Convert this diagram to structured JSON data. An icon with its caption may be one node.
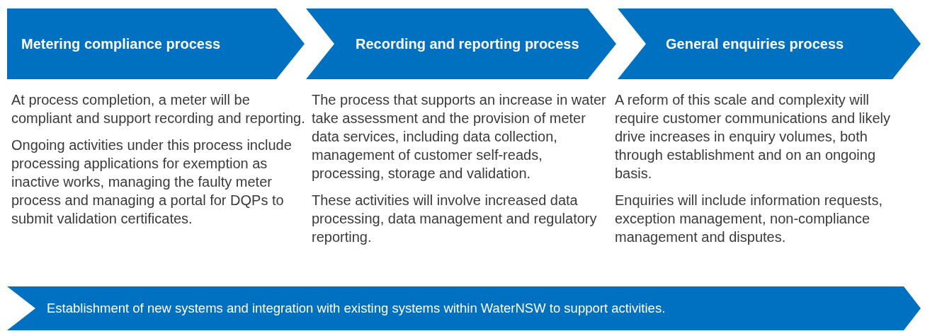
{
  "diagram": {
    "nodes": [
      {
        "text": [
          "Metering compliance process"
        ],
        "beside": [
          "At process completion, a meter will be compliant and support recording and reporting.",
          "Ongoing activities under this process include processing applications for exemption as inactive works, managing the faulty meter process and managing a portal for DQPs to submit validation certificates."
        ]
      },
      {
        "text": [
          "Recording and reporting process"
        ],
        "beside": [
          "The process that supports an increase in water take assessment and the provision of meter data services, including data collection, management of customer self-reads, processing, storage and validation.",
          "These activities will involve increased data processing, data management and regulatory reporting."
        ]
      },
      {
        "text": [
          "General enquiries process"
        ],
        "beside": [
          "A reform of this scale and complexity will require customer communications and likely drive increases in enquiry volumes, both through establishment and on an ongoing basis.",
          "Enquiries will include information requests, exception management, non-compliance management and disputes."
        ]
      },
      {
        "text": [
          "Establishment of new systems and integration with existing systems within WaterNSW to support activities."
        ]
      }
    ]
  }
}
